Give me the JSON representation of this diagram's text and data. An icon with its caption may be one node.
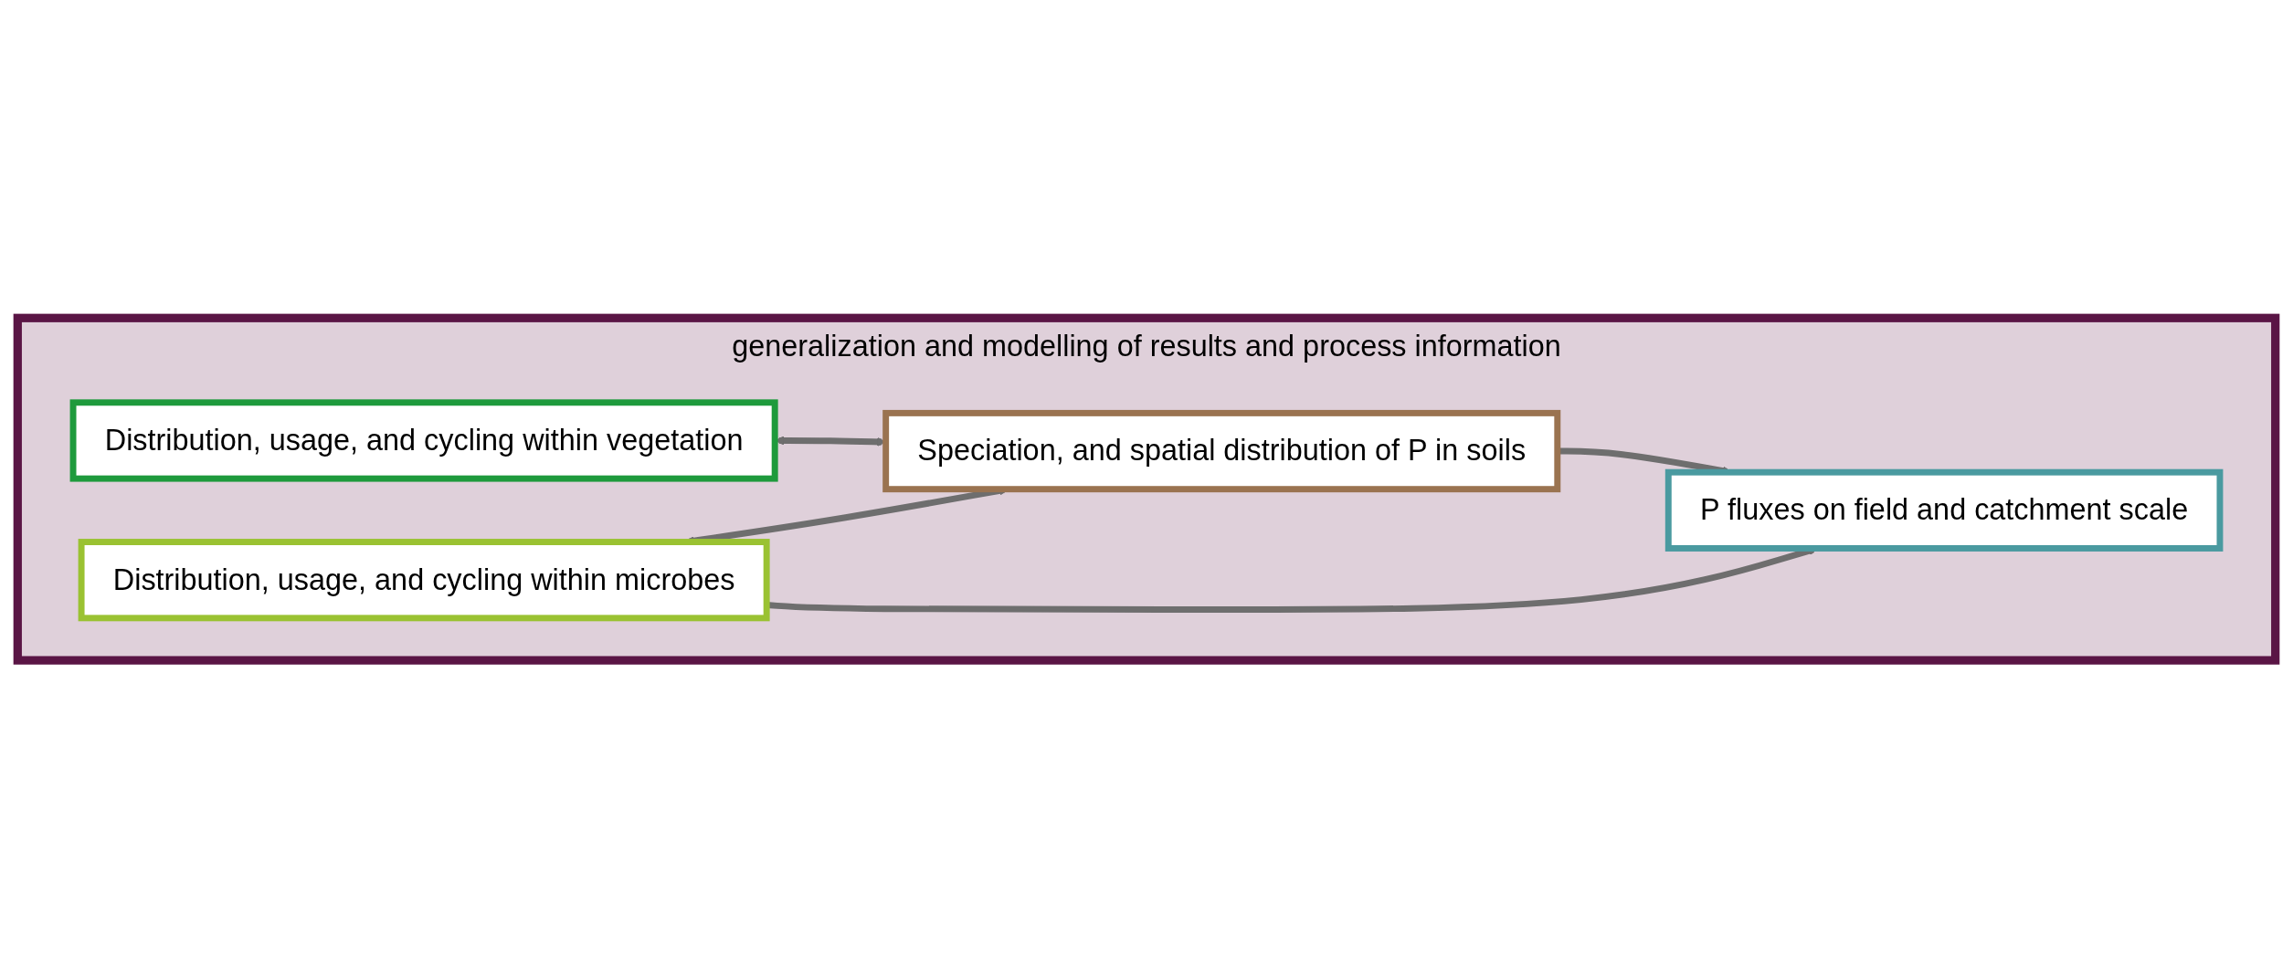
{
  "diagram": {
    "nodes": [
      {
        "text": [
          "generalization and modelling of results and process information"
        ]
      },
      {
        "text": [
          "Distribution, usage, and cycling within vegetation"
        ],
        "in": 0
      },
      {
        "text": [
          "Distribution, usage, and cycling within microbes"
        ],
        "in": 0
      },
      {
        "text": [
          "P fluxes on field and catchment scale"
        ],
        "in": 0
      },
      {
        "text": [
          "Speciation, and spatial distribution of P in soils"
        ],
        "in": 0
      }
    ],
    "edges": [
      {
        "from": 1,
        "to": 4,
        "arrow": "both"
      },
      {
        "from": 2,
        "to": 4,
        "arrow": "both"
      },
      {
        "from": 2,
        "to": 3,
        "arrow": "to"
      },
      {
        "from": 4,
        "to": 3,
        "arrow": "to"
      }
    ]
  }
}
